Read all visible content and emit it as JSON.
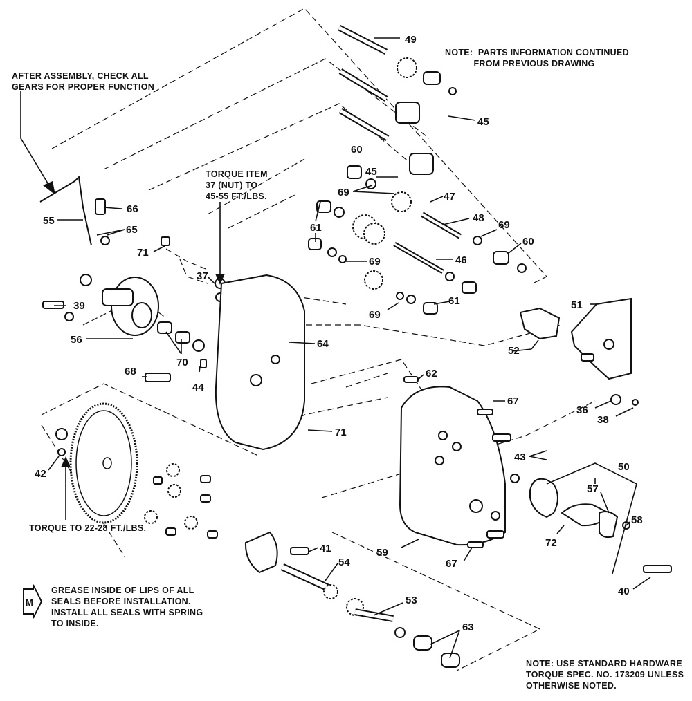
{
  "notes": {
    "top_right": "NOTE:  PARTS INFORMATION CONTINUED\n           FROM PREVIOUS DRAWING",
    "top_left": "AFTER ASSEMBLY, CHECK ALL\nGEARS FOR PROPER FUNCTION",
    "torque_37": "TORQUE ITEM\n37 (NUT) TO\n45-55 FT./LBS.",
    "torque_42": "TORQUE TO 22-28 FT./LBS.",
    "grease_symbol": "M",
    "grease": "GREASE INSIDE OF LIPS OF ALL\nSEALS BEFORE INSTALLATION.\nINSTALL ALL SEALS WITH SPRING\nTO INSIDE.",
    "hardware": "NOTE: USE STANDARD HARDWARE\nTORQUE SPEC. NO. 173209 UNLESS\nOTHERWISE NOTED."
  },
  "part_labels": [
    "49",
    "45",
    "60",
    "45",
    "66",
    "69",
    "47",
    "55",
    "65",
    "48",
    "69",
    "61",
    "71",
    "60",
    "69",
    "46",
    "37",
    "39",
    "51",
    "69",
    "61",
    "56",
    "64",
    "70",
    "52",
    "68",
    "44",
    "62",
    "67",
    "36",
    "38",
    "71",
    "43",
    "42",
    "50",
    "57",
    "72",
    "58",
    "41",
    "54",
    "59",
    "67",
    "53",
    "40",
    "63"
  ]
}
